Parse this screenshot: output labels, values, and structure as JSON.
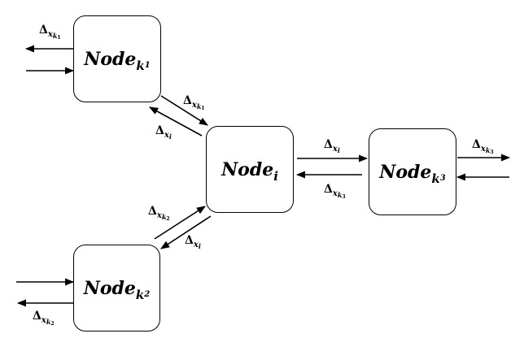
{
  "nodes": {
    "k1": {
      "base": "Node",
      "sub": "k",
      "sub2": "1"
    },
    "i": {
      "base": "Node",
      "sub": "i",
      "sub2": ""
    },
    "k3": {
      "base": "Node",
      "sub": "k",
      "sub2": "3"
    },
    "k2": {
      "base": "Node",
      "sub": "k",
      "sub2": "2"
    }
  },
  "deltas": {
    "d_k1_out": {
      "sym": "Δ",
      "x": "x",
      "k": "k",
      "n": "1"
    },
    "d_k1_in": {
      "sym": "Δ",
      "x": "x",
      "k": "k",
      "n": "1"
    },
    "d_i_k1": {
      "sym": "Δ",
      "x": "x",
      "k": "i",
      "n": ""
    },
    "d_i_k3": {
      "sym": "Δ",
      "x": "x",
      "k": "i",
      "n": ""
    },
    "d_k3_in": {
      "sym": "Δ",
      "x": "x",
      "k": "k",
      "n": "3"
    },
    "d_k3_out": {
      "sym": "Δ",
      "x": "x",
      "k": "k",
      "n": "3"
    },
    "d_k2_in": {
      "sym": "Δ",
      "x": "x",
      "k": "k",
      "n": "2"
    },
    "d_i_k2": {
      "sym": "Δ",
      "x": "x",
      "k": "i",
      "n": ""
    },
    "d_k2_out": {
      "sym": "Δ",
      "x": "x",
      "k": "k",
      "n": "2"
    }
  }
}
